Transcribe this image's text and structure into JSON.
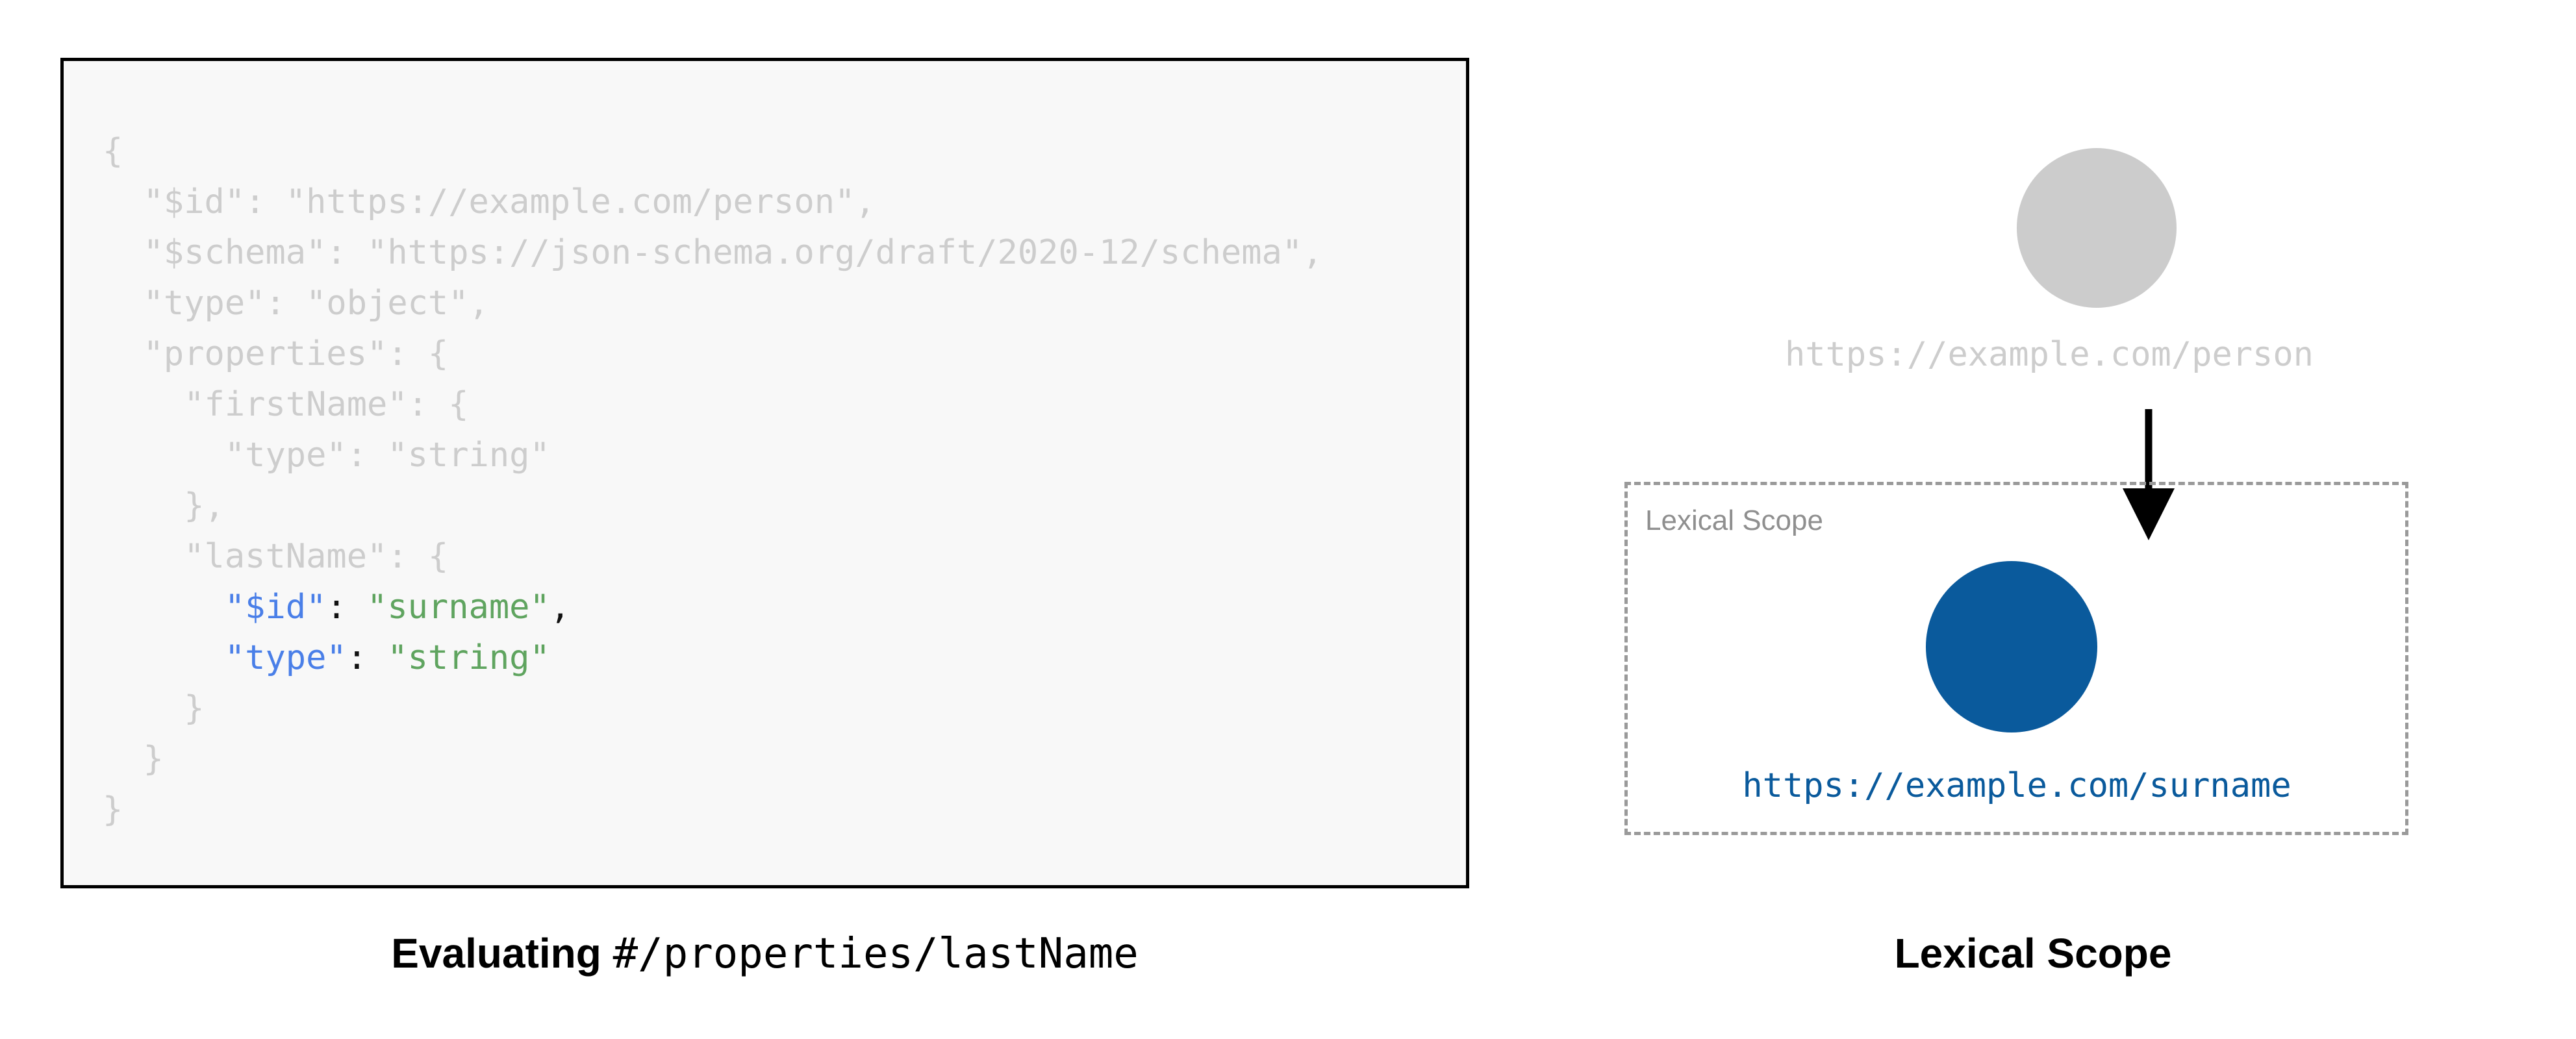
{
  "left_panel": {
    "code_block": {
      "language": "json",
      "background_color": "#f8f8f8",
      "border_color": "#000000",
      "dim_color": "#cdcdcd",
      "key_color": "#4a7fe8",
      "string_color": "#5fa45f",
      "punct_color": "#111111",
      "lines": [
        {
          "indent": 0,
          "tokens": [
            {
              "t": "{",
              "c": "dim"
            }
          ]
        },
        {
          "indent": 1,
          "tokens": [
            {
              "t": "\"$id\"",
              "c": "dim"
            },
            {
              "t": ": ",
              "c": "dim"
            },
            {
              "t": "\"https://example.com/person\"",
              "c": "dim"
            },
            {
              "t": ",",
              "c": "dim"
            }
          ]
        },
        {
          "indent": 1,
          "tokens": [
            {
              "t": "\"$schema\"",
              "c": "dim"
            },
            {
              "t": ": ",
              "c": "dim"
            },
            {
              "t": "\"https://json-schema.org/draft/2020-12/schema\"",
              "c": "dim"
            },
            {
              "t": ",",
              "c": "dim"
            }
          ]
        },
        {
          "indent": 1,
          "tokens": [
            {
              "t": "\"type\"",
              "c": "dim"
            },
            {
              "t": ": ",
              "c": "dim"
            },
            {
              "t": "\"object\"",
              "c": "dim"
            },
            {
              "t": ",",
              "c": "dim"
            }
          ]
        },
        {
          "indent": 1,
          "tokens": [
            {
              "t": "\"properties\"",
              "c": "dim"
            },
            {
              "t": ": ",
              "c": "dim"
            },
            {
              "t": "{",
              "c": "dim"
            }
          ]
        },
        {
          "indent": 2,
          "tokens": [
            {
              "t": "\"firstName\"",
              "c": "dim"
            },
            {
              "t": ": ",
              "c": "dim"
            },
            {
              "t": "{",
              "c": "dim"
            }
          ]
        },
        {
          "indent": 3,
          "tokens": [
            {
              "t": "\"type\"",
              "c": "dim"
            },
            {
              "t": ": ",
              "c": "dim"
            },
            {
              "t": "\"string\"",
              "c": "dim"
            }
          ]
        },
        {
          "indent": 2,
          "tokens": [
            {
              "t": "}",
              "c": "dim"
            },
            {
              "t": ",",
              "c": "dim"
            }
          ]
        },
        {
          "indent": 2,
          "tokens": [
            {
              "t": "\"lastName\"",
              "c": "dim"
            },
            {
              "t": ": ",
              "c": "dim"
            },
            {
              "t": "{",
              "c": "dim"
            }
          ]
        },
        {
          "indent": 3,
          "tokens": [
            {
              "t": "\"$id\"",
              "c": "key"
            },
            {
              "t": ": ",
              "c": "punct"
            },
            {
              "t": "\"surname\"",
              "c": "str"
            },
            {
              "t": ",",
              "c": "punct"
            }
          ]
        },
        {
          "indent": 3,
          "tokens": [
            {
              "t": "\"type\"",
              "c": "key"
            },
            {
              "t": ": ",
              "c": "punct"
            },
            {
              "t": "\"string\"",
              "c": "str"
            }
          ]
        },
        {
          "indent": 2,
          "tokens": [
            {
              "t": "}",
              "c": "dim"
            }
          ]
        },
        {
          "indent": 1,
          "tokens": [
            {
              "t": "}",
              "c": "dim"
            }
          ]
        },
        {
          "indent": 0,
          "tokens": [
            {
              "t": "}",
              "c": "dim"
            }
          ]
        }
      ]
    },
    "caption": {
      "bold_text": "Evaluating ",
      "mono_text": "#/properties/lastName"
    }
  },
  "right_panel": {
    "outer_node": {
      "label": "https://example.com/person",
      "fill_color": "#cccccc",
      "label_color": "#cdcdcd"
    },
    "arrow": {
      "name": "downward-arrow",
      "color": "#000000"
    },
    "scope_box": {
      "label": "Lexical Scope",
      "border_color": "#9a9a9a",
      "border_style": "dashed",
      "label_color": "#8f8f8f"
    },
    "inner_node": {
      "label": "https://example.com/surname",
      "fill_color": "#0a5a9c",
      "label_color": "#0a5a9c"
    },
    "caption": "Lexical Scope"
  }
}
